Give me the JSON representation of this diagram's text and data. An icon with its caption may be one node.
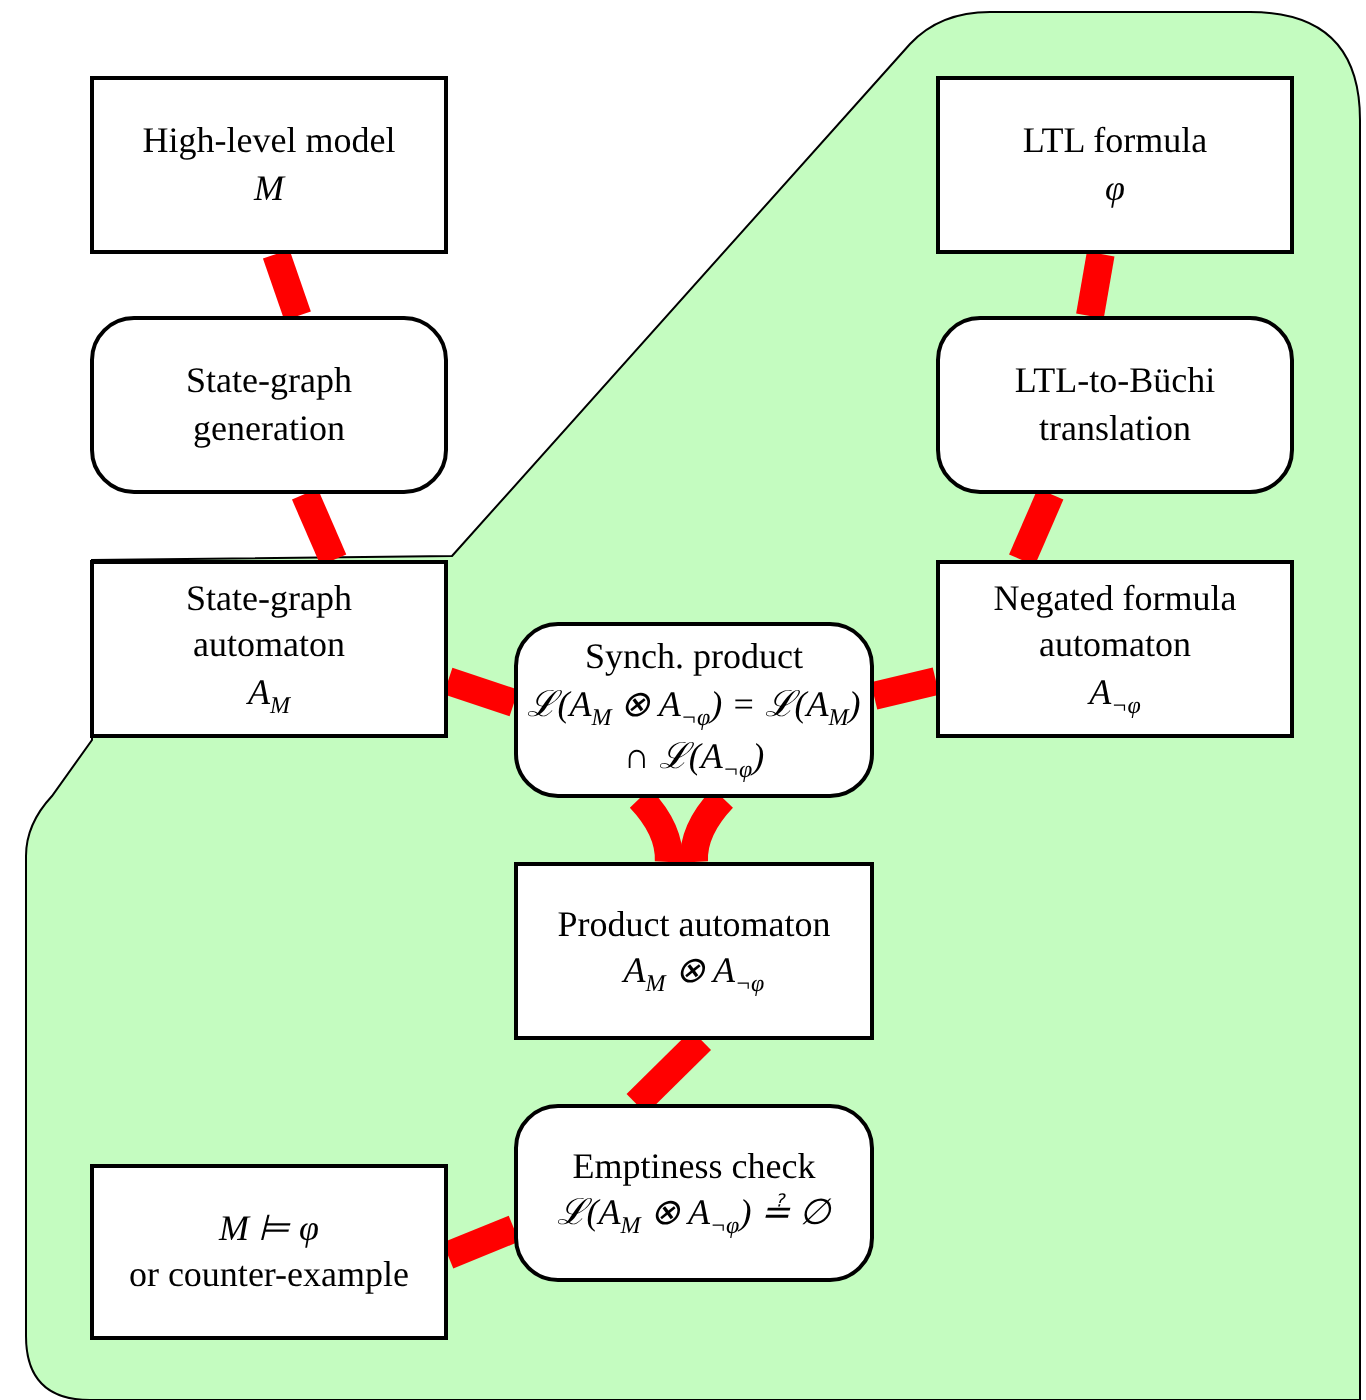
{
  "diagram": {
    "nodes": [
      {
        "text": [
          "High-level model",
          "M"
        ]
      },
      {
        "text": [
          "State-graph generation"
        ]
      },
      {
        "text": [
          "State-graph automaton",
          "A$_{M}$"
        ]
      },
      {
        "text": [
          "LTL formula",
          "φ"
        ]
      },
      {
        "text": [
          "LTL-to-Büchi translation"
        ]
      },
      {
        "text": [
          "Negated formula automaton",
          "A$_{¬φ}$"
        ]
      },
      {
        "text": [
          "Synch. product",
          "ℒ(A$_{M}$ ⊗ A$_{¬φ}$) = ℒ(A$_{M}$) ∩ ℒ(A$_{¬φ}$)"
        ]
      },
      {
        "text": [
          "Product automaton",
          "A$_{M}$ ⊗ A$_{¬φ}$"
        ]
      },
      {
        "text": [
          "Emptiness check",
          "ℒ(A$_{M}$ ⊗ A$_{¬φ}$) ≟ ∅"
        ]
      },
      {
        "text": [
          "M ⊨ φ",
          "or counter-example"
        ]
      }
    ],
    "edges": [
      {
        "from": 0,
        "to": 1,
        "arrow": "none"
      },
      {
        "from": 1,
        "to": 2,
        "arrow": "none"
      },
      {
        "from": 3,
        "to": 4,
        "arrow": "none"
      },
      {
        "from": 4,
        "to": 5,
        "arrow": "none"
      },
      {
        "from": 2,
        "to": 6,
        "arrow": "none"
      },
      {
        "from": 5,
        "to": 6,
        "arrow": "none"
      },
      {
        "from": 6,
        "to": 7,
        "arrow": "none"
      },
      {
        "from": 6,
        "to": 7,
        "arrow": "none"
      },
      {
        "from": 7,
        "to": 8,
        "arrow": "none"
      },
      {
        "from": 8,
        "to": 9,
        "arrow": "none"
      }
    ]
  }
}
